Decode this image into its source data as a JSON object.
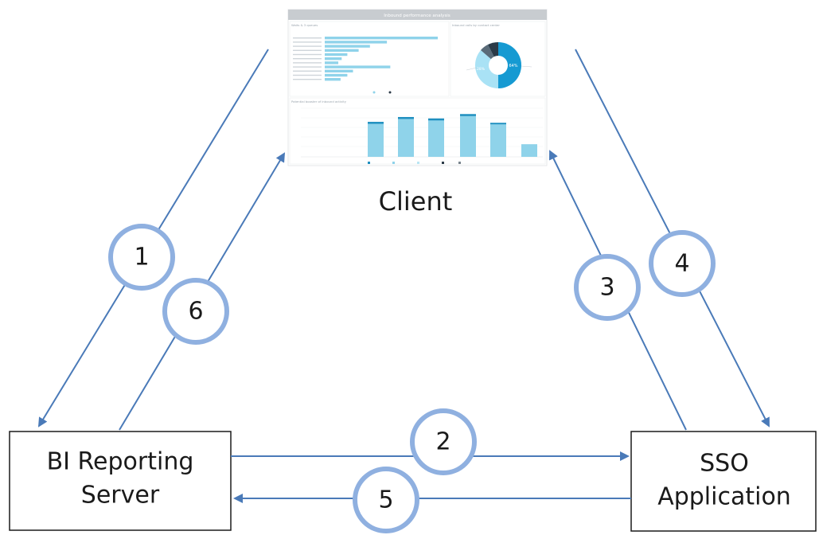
{
  "nodes": {
    "client": {
      "label": "Client"
    },
    "bi_server": {
      "label_line1": "BI Reporting",
      "label_line2": "Server"
    },
    "sso_app": {
      "label_line1": "SSO",
      "label_line2": "Application"
    }
  },
  "steps": {
    "s1": "1",
    "s2": "2",
    "s3": "3",
    "s4": "4",
    "s5": "5",
    "s6": "6"
  },
  "dashboard": {
    "title": "Inbound performance analysis",
    "panel_top_left": "Waits & 3 queues",
    "panel_top_right": "Inbound calls by contact center",
    "panel_bottom": "Potential booster of inbound activity",
    "donut_pct_big": "64%",
    "donut_pct_small": "28%",
    "bar_chart": {
      "values": [
        720,
        820,
        790,
        880,
        700,
        260
      ],
      "top_caps": [
        40,
        40,
        40,
        40,
        30,
        0
      ],
      "ymax": 1000
    },
    "hbar_chart": {
      "values": [
        100,
        55,
        40,
        30,
        20,
        15,
        12,
        58,
        25,
        20,
        14
      ],
      "max": 100
    }
  },
  "colors": {
    "arrow": "#4a7ab8",
    "circle_stroke": "#8fb0e0",
    "box_stroke": "#1a1a1a",
    "bar_light": "#8fd3ea",
    "bar_dark": "#1f8fbf",
    "donut_main": "#169ad2",
    "donut_light": "#a9e2f5",
    "donut_dark": "#2b3a47"
  }
}
